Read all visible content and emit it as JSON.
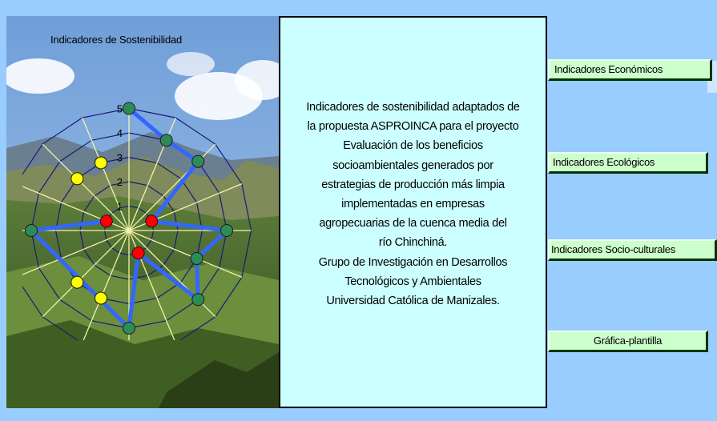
{
  "panel": {
    "title": "Indicadores de Sostenibilidad"
  },
  "radar": {
    "rings": 5,
    "spokes": 16,
    "scale_labels": [
      "1",
      "2",
      "3",
      "4",
      "5"
    ],
    "colors": {
      "grid": "#1a1a7a",
      "spokes": "#f5f3a8",
      "line": "#3366ff",
      "green": "#2e8b57",
      "yellow": "#ffff00",
      "red": "#ff0000"
    }
  },
  "info": {
    "lines": [
      "Indicadores de sostenibilidad adaptados de",
      "la propuesta ASPROINCA para el proyecto",
      "Evaluación de los beneficios",
      "socioambientales generados por",
      "estrategias de producción más limpia",
      "implementadas en empresas",
      "agropecuarias de la cuenca media del",
      "río Chinchiná.",
      "Grupo de Investigación en Desarrollos",
      "Tecnológicos y Ambientales",
      "Universidad Católica de Manizales."
    ]
  },
  "nav": {
    "economicos": "Indicadores Económicos",
    "ecologicos": "Indicadores Ecológicos",
    "socioculturales": "Indicadores Socio-culturales",
    "plantilla": "Gráfica-plantilla"
  }
}
